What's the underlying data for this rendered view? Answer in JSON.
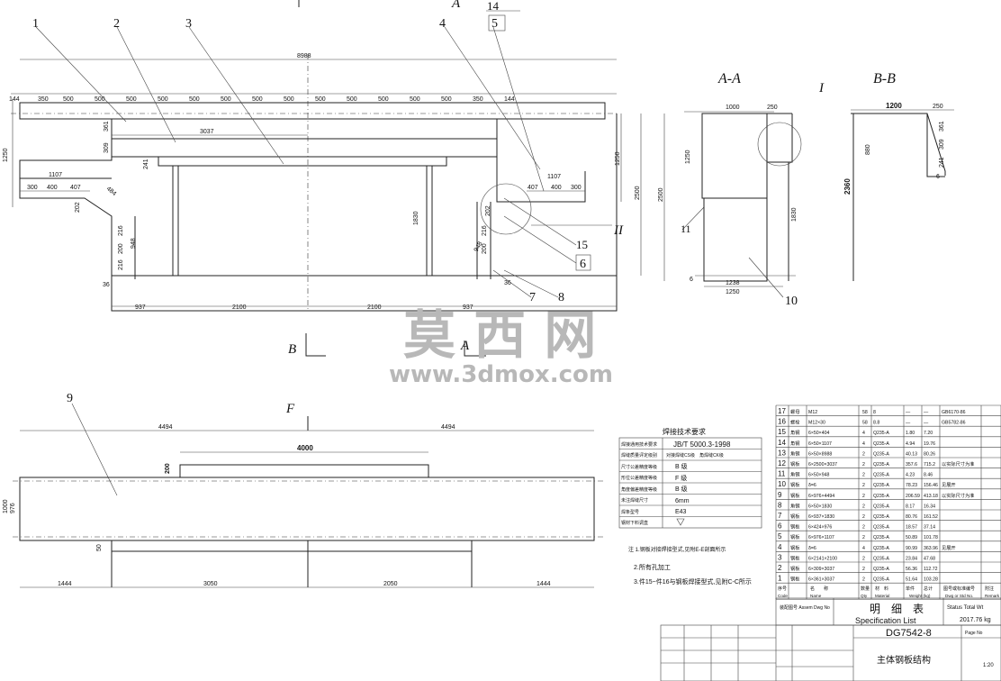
{
  "callouts": [
    "1",
    "2",
    "3",
    "4",
    "5",
    "14",
    "15",
    "6",
    "7",
    "8",
    "9",
    "10",
    "11"
  ],
  "sections": {
    "aa": "A-A",
    "bb": "B-B",
    "a": "A",
    "b": "B",
    "f": "F",
    "detail1": "I",
    "detail2": "II"
  },
  "dims": {
    "total_top": "8988",
    "top_segments": [
      "144",
      "350",
      "500",
      "500",
      "500",
      "500",
      "500",
      "500",
      "500",
      "500",
      "500",
      "500",
      "500",
      "500",
      "500",
      "350",
      "144"
    ],
    "d3037": "3037",
    "d1107a": "1107",
    "d1107b": "1107",
    "seg_left": [
      "300",
      "400",
      "407"
    ],
    "seg_right": [
      "407",
      "400",
      "300"
    ],
    "d1250": "1250",
    "d2500": "2500",
    "d1830": "1830",
    "d948": "948",
    "d948b": "948",
    "d216": "216",
    "d200": "200",
    "d36": "36",
    "d937": "937",
    "d2100a": "2100",
    "d2100b": "2100",
    "d241": "241",
    "d309": "309",
    "d361": "361",
    "d202": "202",
    "d484": "484",
    "aa_1000": "1000",
    "aa_250": "250",
    "aa_1250": "1250",
    "aa_1238": "1238",
    "aa_6": "6",
    "aa_2500": "2500",
    "aa_1830": "1830",
    "bb_1200": "1200",
    "bb_250": "250",
    "bb_2360": "2360",
    "bb_880": "880",
    "bb_6": "6",
    "f_4494a": "4494",
    "f_4494b": "4494",
    "f_4000": "4000",
    "f_200": "200",
    "f_1000": "1000",
    "f_976": "976",
    "f_50": "50",
    "f_1444a": "1444",
    "f_3050": "3050",
    "f_2050": "2050",
    "f_1444b": "1444"
  },
  "weld": {
    "title": "焊接技术要求",
    "rows": [
      [
        "焊接通用技术要求",
        "JB/T 5000.3-1998"
      ],
      [
        "焊缝质量评定级别",
        "对接焊缝CS级　角焊缝CK级"
      ],
      [
        "尺寸公差精度等级",
        "B 级"
      ],
      [
        "形位公差精度等级",
        "F 级"
      ],
      [
        "角度偏差精度等级",
        "B 级"
      ],
      [
        "未注焊缝尺寸",
        "6mm"
      ],
      [
        "焊条型号",
        "E43"
      ],
      [
        "钢材下料调直",
        ""
      ]
    ]
  },
  "notes": [
    "注 1.钢板对接焊接型式,见附E-E剖面所示",
    "2.所有孔加工",
    "3.件15~件16与钢板焊接型式,见附C-C所示"
  ],
  "bom": {
    "rows": [
      [
        "17",
        "螺母",
        "M12",
        "58",
        "8",
        "—",
        "—",
        "GB6170-86",
        ""
      ],
      [
        "16",
        "螺栓",
        "M12×30",
        "58",
        "8.8",
        "—",
        "—",
        "GB5782-86",
        ""
      ],
      [
        "15",
        "角钢",
        "6×50×404",
        "4",
        "Q235-A",
        "1.80",
        "7.20",
        "",
        ""
      ],
      [
        "14",
        "角钢",
        "6×50×1107",
        "4",
        "Q235-A",
        "4.94",
        "19.76",
        "",
        ""
      ],
      [
        "13",
        "角钢",
        "6×50×8988",
        "2",
        "Q235-A",
        "40.13",
        "80.26",
        "",
        ""
      ],
      [
        "12",
        "钢板",
        "6×2500×3037",
        "2",
        "Q235-A",
        "357.6",
        "715.2",
        "以实际尺寸为准",
        ""
      ],
      [
        "11",
        "角钢",
        "6×50×948",
        "2",
        "Q235-A",
        "4.23",
        "8.46",
        "",
        ""
      ],
      [
        "10",
        "钢板",
        "δ=6",
        "2",
        "Q235-A",
        "78.23",
        "156.46",
        "见展开",
        ""
      ],
      [
        "9",
        "钢板",
        "6×976×4494",
        "2",
        "Q235-A",
        "206.59",
        "413.18",
        "以实际尺寸为准",
        ""
      ],
      [
        "8",
        "角钢",
        "6×50×1830",
        "2",
        "Q235-A",
        "8.17",
        "16.34",
        "",
        ""
      ],
      [
        "7",
        "钢板",
        "6×937×1830",
        "2",
        "Q235-A",
        "80.76",
        "161.52",
        "",
        ""
      ],
      [
        "6",
        "钢板",
        "6×424×976",
        "2",
        "Q235-A",
        "18.57",
        "37.14",
        "",
        ""
      ],
      [
        "5",
        "钢板",
        "6×976×1107",
        "2",
        "Q235-A",
        "50.89",
        "101.78",
        "",
        ""
      ],
      [
        "4",
        "钢板",
        "δ=6",
        "4",
        "Q235-A",
        "90.99",
        "363.96",
        "见展开",
        ""
      ],
      [
        "3",
        "钢板",
        "6×2141×2100",
        "2",
        "Q235-A",
        "23.84",
        "47.68",
        "",
        ""
      ],
      [
        "2",
        "钢板",
        "6×309×3037",
        "2",
        "Q235-A",
        "56.36",
        "112.72",
        "",
        ""
      ],
      [
        "1",
        "钢板",
        "6×361×3037",
        "2",
        "Q235-A",
        "51.64",
        "103.28",
        "",
        ""
      ]
    ],
    "header_cn": [
      "序号",
      "名　　称",
      "数量",
      "材　料",
      "单件",
      "总计",
      "图号或标准编号",
      "附注"
    ],
    "header_en": [
      "Code",
      "Name",
      "Qty",
      "Material",
      "Weight (kg)",
      "Dwg or Std No.",
      "Remark"
    ],
    "assem_label": "装配图号 Assem Dwg No",
    "title_cn": "明　细　表",
    "title_en": "Specification List",
    "drawing_no": "DG7542-8",
    "part_name": "主体钢板结构",
    "total_weight": "2017.76 kg",
    "status": "Status Total Wt",
    "scale": "1:20",
    "sheet": "Page No"
  },
  "watermark": {
    "cn": "莫 西 网",
    "url": "www.3dmox.com"
  }
}
